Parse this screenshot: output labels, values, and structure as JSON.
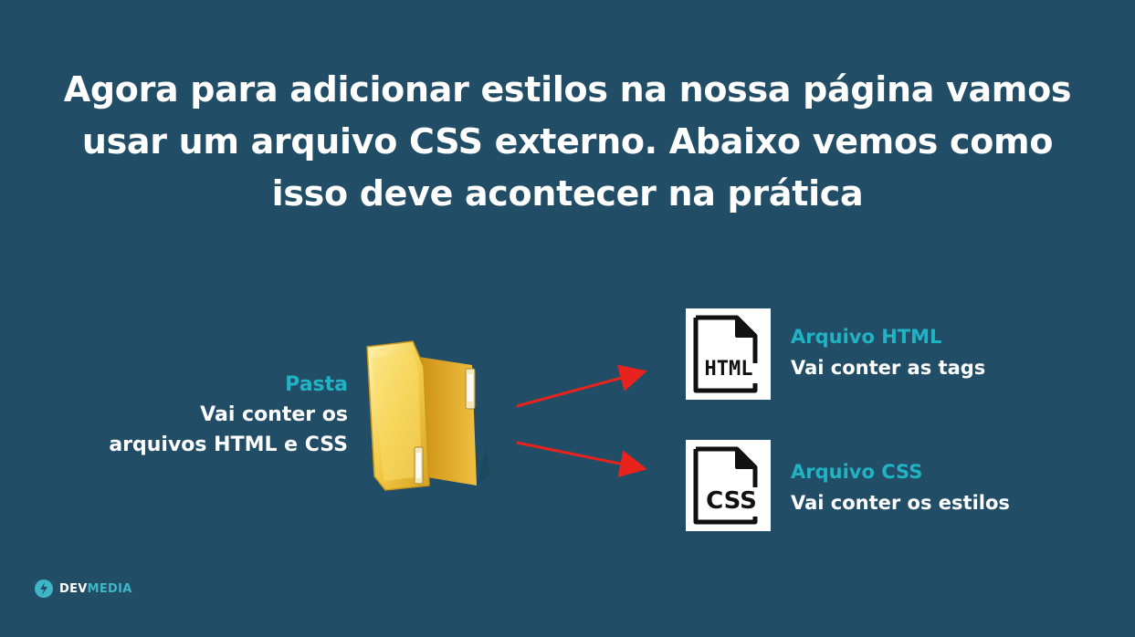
{
  "colors": {
    "background": "#224d66",
    "accent": "#1fb3c4",
    "arrow": "#e8221d"
  },
  "title": {
    "line1": "Agora para adicionar estilos na nossa página vamos",
    "line2": "usar um arquivo CSS externo. Abaixo vemos como",
    "line3": "isso deve acontecer na prática"
  },
  "folder": {
    "icon": "folder-icon",
    "heading": "Pasta",
    "line1": "Vai conter os",
    "line2": "arquivos HTML e CSS"
  },
  "files": [
    {
      "icon": "html-file-icon",
      "badge": "HTML",
      "heading": "Arquivo HTML",
      "desc": "Vai conter as tags"
    },
    {
      "icon": "css-file-icon",
      "badge": "CSS",
      "heading": "Arquivo CSS",
      "desc": "Vai conter os estilos"
    }
  ],
  "logo": {
    "icon": "devmedia-logo-icon",
    "part1": "DEV",
    "part2": "MEDIA"
  }
}
